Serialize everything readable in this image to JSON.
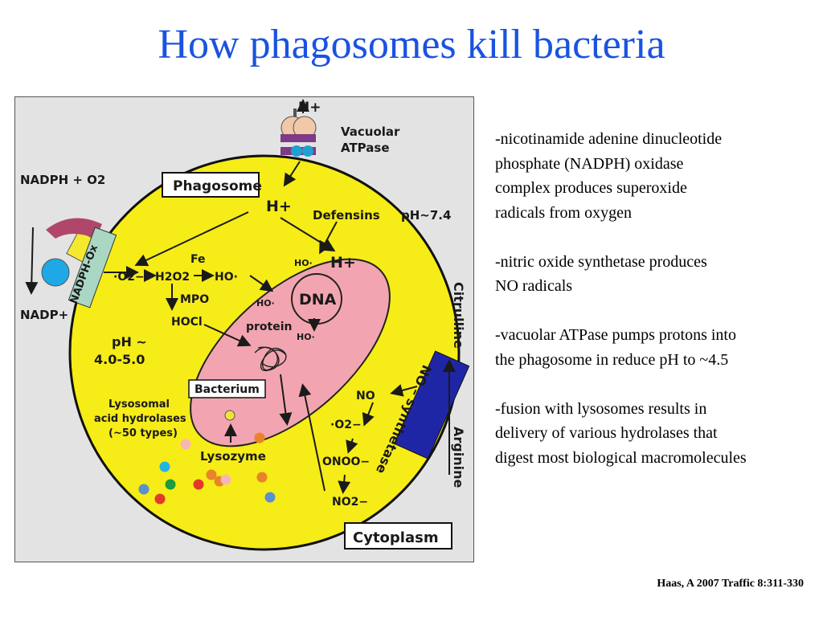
{
  "title": "How phagosomes kill bacteria",
  "figure": {
    "labels": {
      "h_plus_top": "H+",
      "vacuolar": "Vacuolar",
      "atpase": "ATPase",
      "nadph_o2": "NADPH + O2",
      "nadph_ox": "NADPH-Ox",
      "nadp_plus": "NADP+",
      "phagosome": "Phagosome",
      "h_plus_mid": "H+",
      "defensins": "Defensins",
      "ph_74": "pH~7.4",
      "superoxide": "·O2−",
      "fe": "Fe",
      "h2o2": "H2O2",
      "ho_radical": "HO·",
      "mpo": "MPO",
      "hocl": "HOCl",
      "ho_b1": "HO·",
      "h_plus_inner": "H+",
      "dna": "DNA",
      "ho_b2": "HO·",
      "protein": "protein",
      "ho_b3": "HO·",
      "ph_acid_1": "pH ~",
      "ph_acid_2": "4.0-5.0",
      "bacterium": "Bacterium",
      "lyso_1": "Lysosomal",
      "lyso_2": "acid hydrolases",
      "lyso_3": "(~50 types)",
      "lysozyme": "Lysozyme",
      "citrulline": "Citrulline",
      "no_synthetase": "NO – synthetase",
      "arginine": "Arginine",
      "no": "NO",
      "superoxide_2": "·O2−",
      "onoo": "ONOO−",
      "no2": "NO2−",
      "cytoplasm": "Cytoplasm"
    },
    "colors": {
      "phagosome": "#f6ec17",
      "bacterium": "#f2a5b0",
      "nadph_ox_box": "#a9d7c4",
      "no_synthetase_box": "#1f26a6",
      "diagram_background": "#e3e3e3"
    },
    "hydrolase_dots": [
      "#f7b6b6",
      "#e8832a",
      "#23b5df",
      "#e8832a",
      "#5a8fd0",
      "#1f9a3c",
      "#e23a2a",
      "#e23a2a",
      "#e8832a",
      "#f7b6b6",
      "#e8832a",
      "#5a8fd0"
    ]
  },
  "bullets": [
    "-nicotinamide adenine dinucleotide\nphosphate (NADPH) oxidase\ncomplex produces superoxide\nradicals from oxygen",
    "-nitric oxide synthetase produces\nNO radicals",
    "-vacuolar ATPase pumps protons into\n the phagosome in reduce pH to ~4.5",
    "-fusion with lysosomes results in\ndelivery of various hydrolases that\ndigest most biological macromolecules"
  ],
  "citation": "Haas, A 2007 Traffic 8:311-330"
}
